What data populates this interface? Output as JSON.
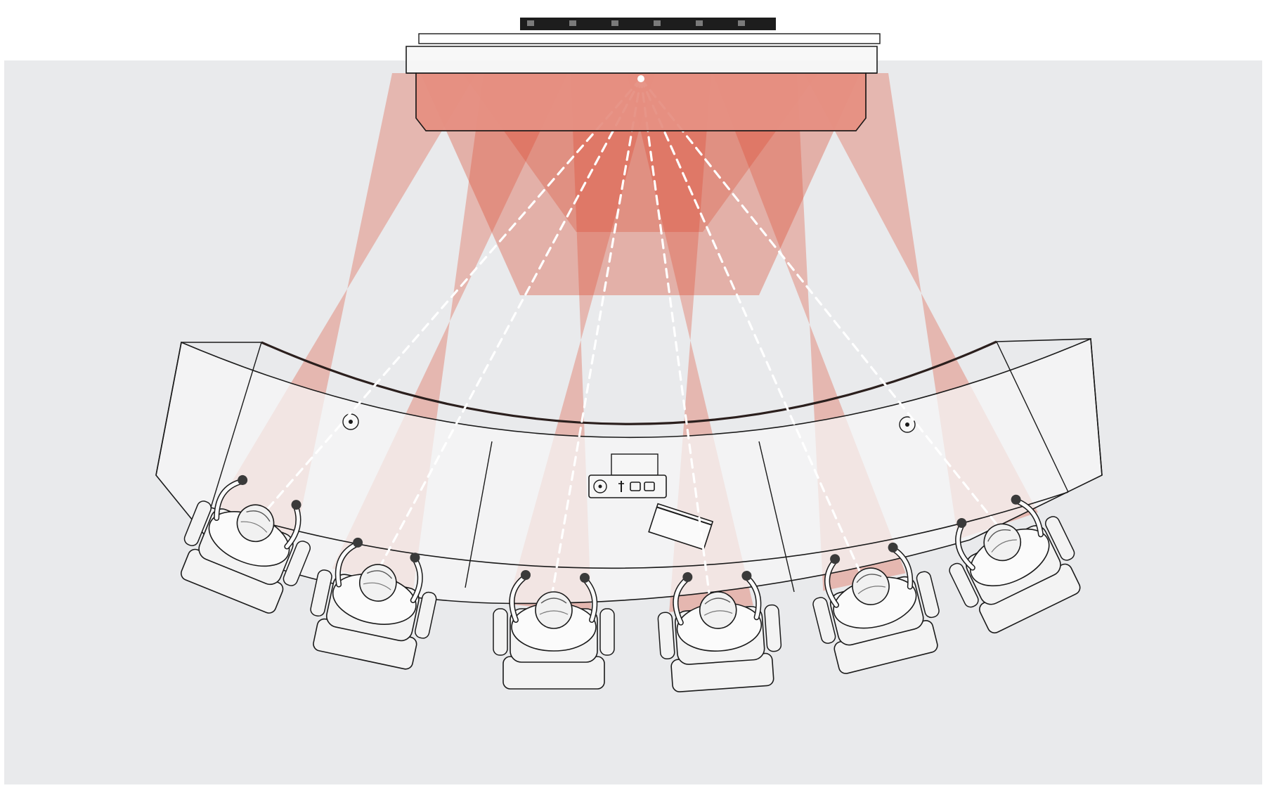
{
  "scene": {
    "colors": {
      "background": "#ffffff",
      "floor": "#e9eaec",
      "beam": "#e0553d",
      "beam_core": "#d9442c",
      "outline": "#1a1a1a",
      "dash": "#ffffff",
      "furniture_fill": "#f3f3f3"
    },
    "device": {
      "icon": "soundbar-camera-icon",
      "led_count": 6
    },
    "participants": [
      {
        "name": "seat-1",
        "icon": "person-seated-icon"
      },
      {
        "name": "seat-2",
        "icon": "person-seated-icon"
      },
      {
        "name": "seat-3",
        "icon": "person-seated-icon"
      },
      {
        "name": "seat-4",
        "icon": "person-seated-icon"
      },
      {
        "name": "seat-5",
        "icon": "person-seated-icon"
      },
      {
        "name": "seat-6",
        "icon": "person-seated-icon"
      }
    ],
    "table_hub": {
      "icon": "connectivity-hub-icon",
      "port_icons": [
        "power-port-icon",
        "usb-port-icon",
        "hdmi-port-icon",
        "hdmi-port-icon"
      ]
    },
    "table_outlets": [
      "left-outlet-icon",
      "right-outlet-icon"
    ],
    "laptop": {
      "icon": "laptop-icon"
    }
  }
}
